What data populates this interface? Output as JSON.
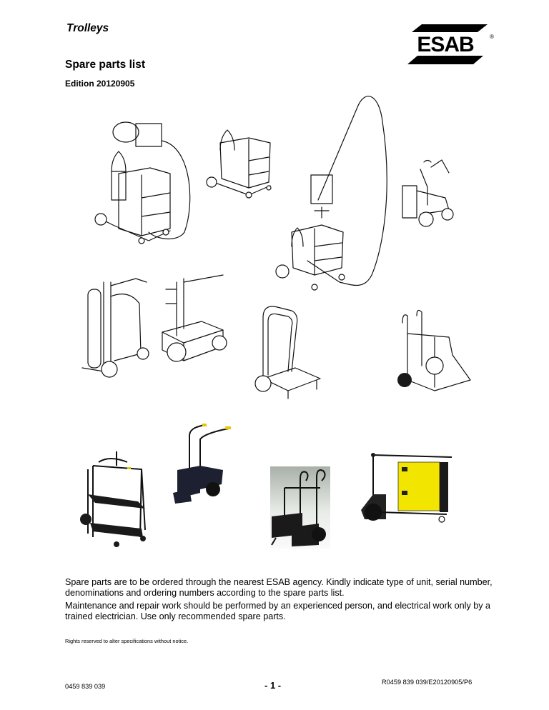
{
  "header": {
    "section_title": "Trolleys",
    "document_title": "Spare parts list",
    "edition": "Edition 20120905",
    "logo": {
      "text": "ESAB",
      "registered_mark": "®"
    }
  },
  "illustrations": [
    {
      "name": "trolley-with-wire-feeder-and-gas-cylinder",
      "style": "line-drawing"
    },
    {
      "name": "trolley-with-power-source-and-gas-cylinder",
      "style": "line-drawing"
    },
    {
      "name": "trolley-with-boom-and-wire-feeder",
      "style": "line-drawing"
    },
    {
      "name": "small-wheeled-trolley-with-bracket",
      "style": "line-drawing"
    },
    {
      "name": "trolley-with-gas-cylinder-and-handle",
      "style": "line-drawing"
    },
    {
      "name": "two-wheel-trolley-with-box",
      "style": "line-drawing"
    },
    {
      "name": "hand-truck-trolley",
      "style": "line-drawing"
    },
    {
      "name": "trolley-with-hook-handles",
      "style": "line-drawing"
    },
    {
      "name": "black-two-shelf-trolley",
      "style": "photo"
    },
    {
      "name": "black-two-wheel-trolley-yellow-grips",
      "style": "photo"
    },
    {
      "name": "black-cylinder-trolley-with-hooks",
      "style": "photo"
    },
    {
      "name": "trolley-with-yellow-esab-power-source",
      "style": "photo"
    }
  ],
  "body": {
    "paragraph_1": "Spare parts are to be ordered through the nearest ESAB agency.  Kindly indicate type of unit, serial number, denominations and ordering numbers according to the spare parts list.",
    "paragraph_2": "Maintenance and repair work should be performed by an experienced person, and electrical work only by a trained electrician.  Use only recommended spare parts.",
    "rights_notice": "Rights reserved to alter specifications without notice."
  },
  "footer": {
    "document_number": "0459 839 039",
    "page_number": "- 1 -",
    "reference": "R0459 839 039/E20120905/P6"
  },
  "colors": {
    "text": "#000000",
    "background": "#ffffff",
    "product_yellow": "#f2e600"
  }
}
